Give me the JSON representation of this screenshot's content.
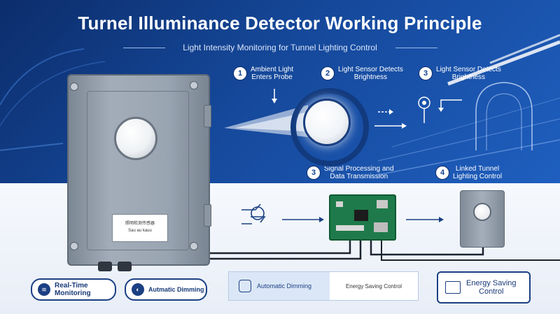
{
  "title": "Turnel  Illuminance Detector Working Principle",
  "subtitle": "Light Intensity Monitoring for Tunnel Lighting Control",
  "steps": [
    {
      "num": "1",
      "line1": "Ambient Light",
      "line2": "Enters Probe"
    },
    {
      "num": "2",
      "line1": "Light Sensor Detects",
      "line2": "Brightness"
    },
    {
      "num": "3",
      "line1": "Light Sensor Detects",
      "line2": "Brightness"
    },
    {
      "num": "3",
      "line1": "Signal Processing and",
      "line2": "Data Transmission"
    },
    {
      "num": "4",
      "line1": "Linked Tunnel",
      "line2": "Lighting Control"
    }
  ],
  "device_label": {
    "line1": "照明检测传感器",
    "line2": "Sau au kauu"
  },
  "badges": [
    {
      "icon": "layers-icon",
      "line1": "Real-Time",
      "line2": "Monitoring"
    },
    {
      "icon": "gauge-icon",
      "line1": "Autmatic Dimming",
      "line2": ""
    }
  ],
  "bar": {
    "left": "Automatic Dimming",
    "right": "Energy Saving Control"
  },
  "energy_box": {
    "line1": "Energy Saving",
    "line2": "Control"
  },
  "colors": {
    "navy": "#0c2d6b",
    "blue": "#1f5fbf",
    "pcb": "#1e7a4a",
    "housing": "#9aa5b2"
  }
}
